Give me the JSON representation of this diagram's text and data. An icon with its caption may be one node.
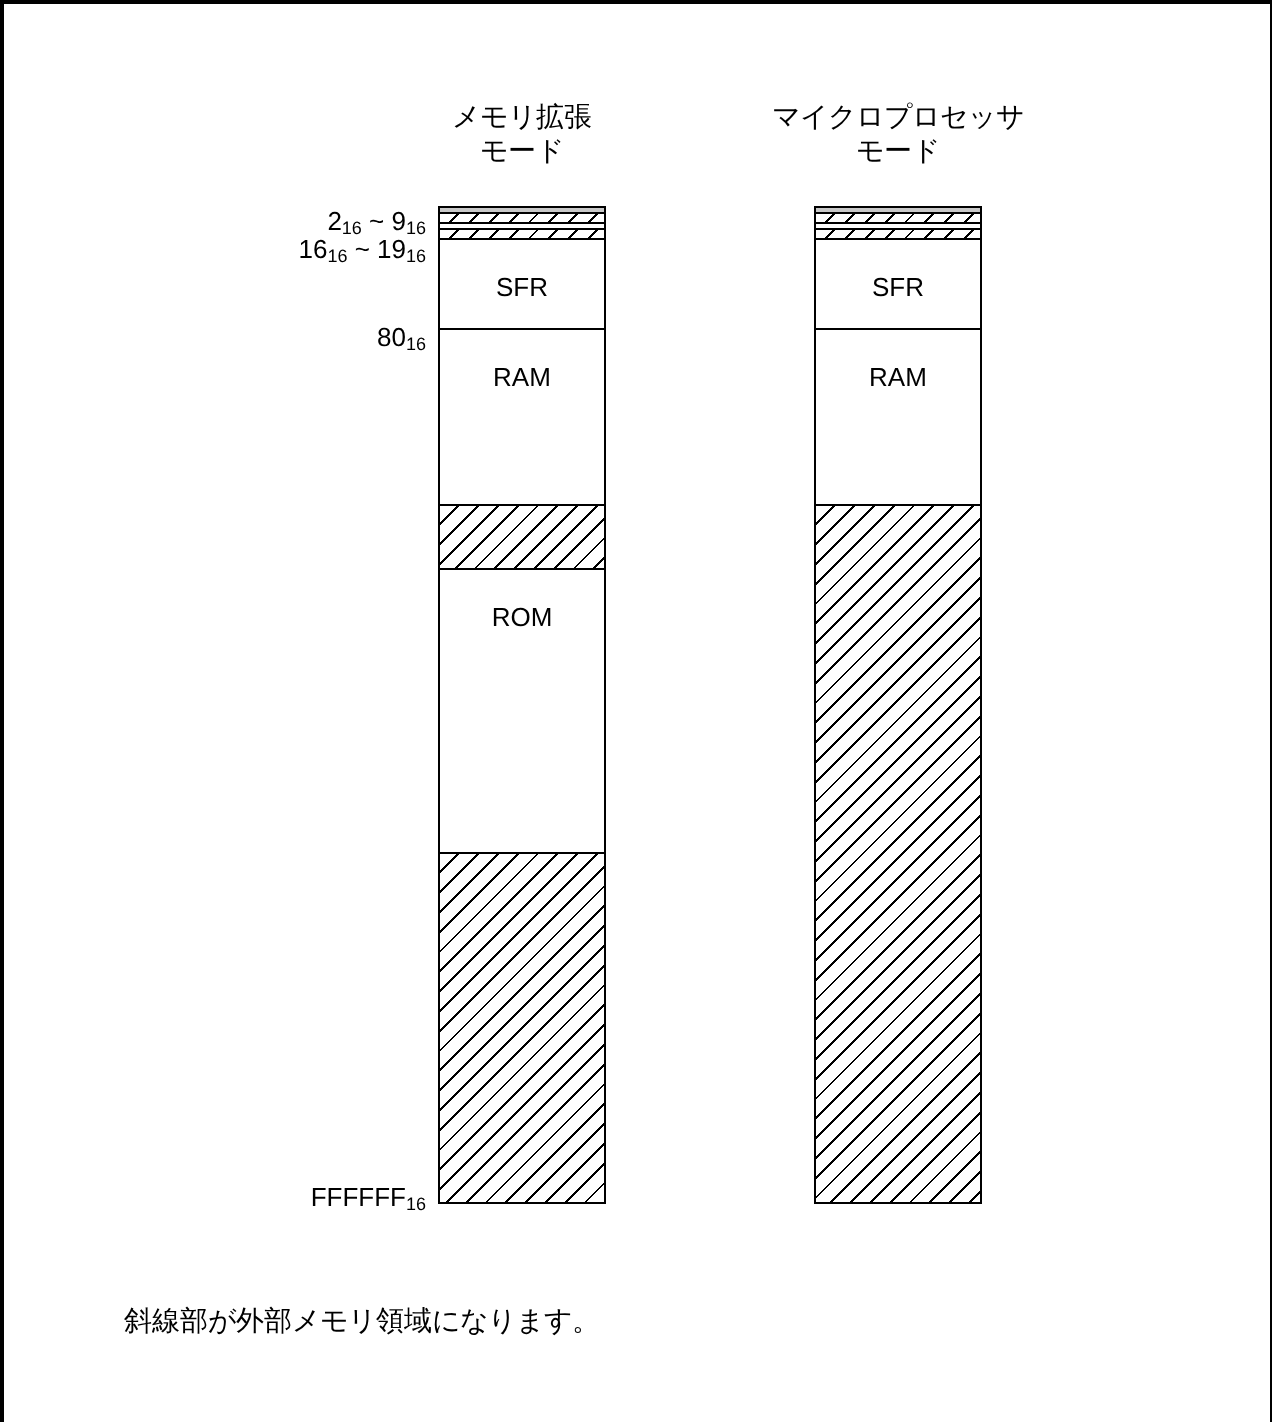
{
  "diagram": {
    "nodes": [
      {
        "text": [
          "メモリ拡張モード"
        ]
      },
      {
        "text": [],
        "shape": "box",
        "in": 0
      },
      {
        "text": [],
        "shape": "box",
        "in": 0
      },
      {
        "text": [],
        "shape": "box",
        "in": 0
      },
      {
        "text": [],
        "shape": "box",
        "in": 0
      },
      {
        "text": [
          "SFR"
        ],
        "in": 0
      },
      {
        "text": [
          "RAM"
        ],
        "in": 0
      },
      {
        "text": [],
        "shape": "box",
        "in": 0
      },
      {
        "text": [
          "ROM"
        ],
        "in": 0
      },
      {
        "text": [],
        "shape": "box",
        "in": 0
      },
      {
        "text": [
          "マイクロプロセッサモード"
        ]
      },
      {
        "text": [],
        "shape": "box",
        "in": 10
      },
      {
        "text": [],
        "shape": "box",
        "in": 10
      },
      {
        "text": [],
        "shape": "box",
        "in": 10
      },
      {
        "text": [],
        "shape": "box",
        "in": 10
      },
      {
        "text": [
          "SFR"
        ],
        "in": 10
      },
      {
        "text": [
          "RAM"
        ],
        "in": 10
      },
      {
        "text": [],
        "shape": "box",
        "in": 10
      }
    ],
    "edges": [],
    "labels": [
      "2$_{16}$ ~ 9$_{16}$",
      "16$_{16}$ ~ 19$_{16}$",
      "80$_{16}$",
      "FFFFFF$_{16}$",
      "斜線部が外部メモリ領域になります。"
    ]
  }
}
